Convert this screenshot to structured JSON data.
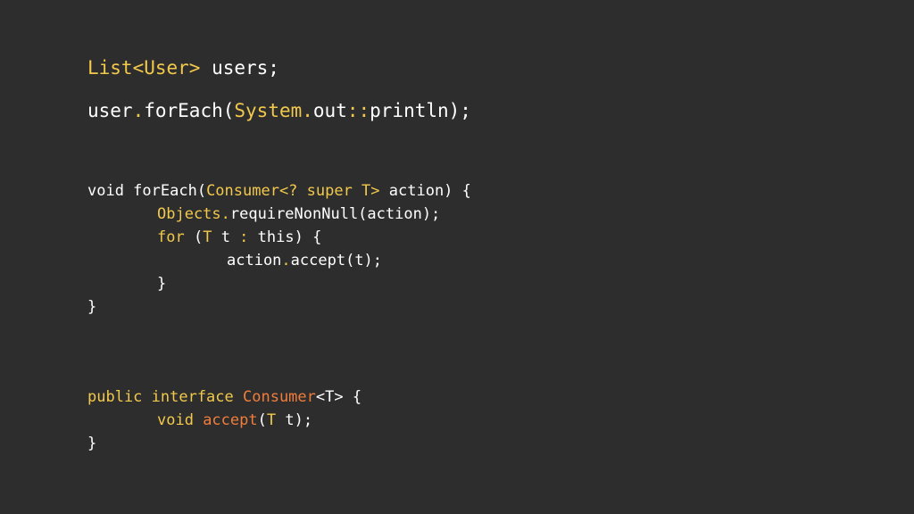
{
  "colors": {
    "background": "#2d2d2d",
    "default_text": "#ffffff",
    "type_highlight": "#f2c94c",
    "method_highlight": "#f07d3c"
  },
  "top_snippet": {
    "line1": {
      "t1": "List<User>",
      "t2": " users;"
    },
    "line2": {
      "t1": "user",
      "t2": ".",
      "t3": "forEach(",
      "t4": "System.",
      "t5": "out",
      "t6": "::",
      "t7": "println);"
    }
  },
  "foreach_snippet": {
    "line1": {
      "t1": "void forEach(",
      "t2": "Consumer<? super T>",
      "t3": " action) {"
    },
    "line2": {
      "t1": "Objects.",
      "t2": "requireNonNull(action);"
    },
    "line3": {
      "t1": "for",
      "t2": " (",
      "t3": "T",
      "t4": " t ",
      "t5": ":",
      "t6": " this) {"
    },
    "line4": {
      "t1": "action",
      "t2": ".",
      "t3": "accept(t);"
    },
    "line5": "}",
    "line6": "}"
  },
  "consumer_snippet": {
    "line1": {
      "t1": "public interface ",
      "t2": "Consumer",
      "t3": "<T> {"
    },
    "line2": {
      "t1": "void ",
      "t2": "accept",
      "t3": "(",
      "t4": "T",
      "t5": " t);"
    },
    "line3": "}"
  }
}
